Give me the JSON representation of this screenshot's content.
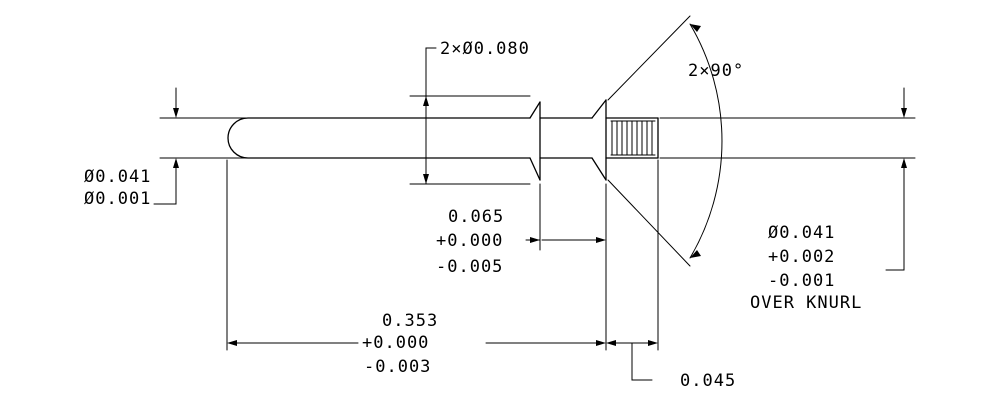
{
  "colors": {
    "line": "#000000",
    "background": "#ffffff"
  },
  "labels": {
    "collar_dia": "2×Ø0.080",
    "angle": "2×90°",
    "left_dia_line1": "Ø0.041",
    "left_dia_line2": "Ø0.001",
    "neck_len_line1": "0.065",
    "neck_len_line2": "+0.000",
    "neck_len_line3": "-0.005",
    "knurl_dia_line1": "Ø0.041",
    "knurl_dia_line2": "+0.002",
    "knurl_dia_line3": "-0.001",
    "knurl_dia_line4": "OVER KNURL",
    "overall_len_line1": "0.353",
    "overall_len_line2": "+0.000",
    "overall_len_line3": "-0.003",
    "step_len": "0.045"
  }
}
